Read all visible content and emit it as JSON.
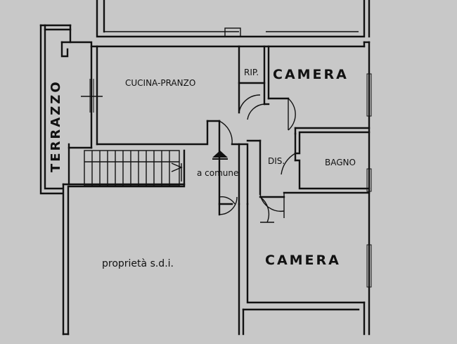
{
  "rooms": {
    "terrazzo": "TERRAZZO",
    "cucina_pranzo": "CUCINA-PRANZO",
    "ripostiglio": "RIP.",
    "camera_top": "CAMERA",
    "disimpegno": "DIS.",
    "bagno": "BAGNO",
    "comune": "a comune",
    "proprieta": "proprietà s.d.i.",
    "camera_bottom": "CAMERA"
  },
  "colors": {
    "background": "#c8c8c8",
    "walls": "#111111"
  },
  "icons": {
    "entrance_marker": "triangle-up-icon"
  }
}
